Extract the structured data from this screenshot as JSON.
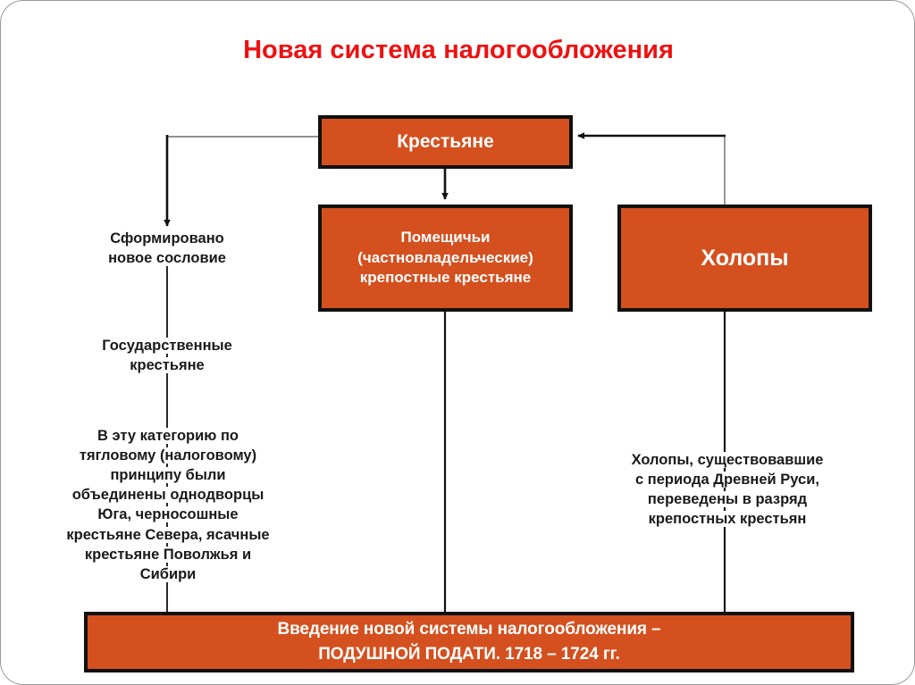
{
  "slide": {
    "title": {
      "part1": "Новая ",
      "part2": "система ",
      "part3": "налогообложения"
    },
    "title_color": "#ee1111",
    "box_fill": "#d4501f",
    "box_border": "#111111",
    "text_color": "#1a1a1a"
  },
  "boxes": {
    "peasants": "Крестьяне",
    "landlord": {
      "line1": "Помещичьи",
      "line2": "(частновладельческие)",
      "line3": "крепостные крестьяне"
    },
    "kholopy": "Холопы",
    "bottom": {
      "line1": "Введение новой системы налогообложения –",
      "line2": "ПОДУШНОЙ ПОДАТИ. 1718 – 1724 гг."
    }
  },
  "notes": {
    "new_estate": {
      "line1": "Сформировано",
      "line2": "новое сословие"
    },
    "state_peasants": {
      "line1": "Государственные",
      "line2": "крестьяне"
    },
    "category": {
      "line1": "В эту категорию по",
      "line2": "тягловому (налоговому)",
      "line3": "принципу были",
      "line4": "объединены однодворцы",
      "line5": "Юга, черносошные",
      "line6": "крестьяне Севера, ясачные",
      "line7": "крестьяне Поволжья и",
      "line8": "Сибири"
    },
    "kholopy_note": {
      "line1": "Холопы, существовавшие",
      "line2": "с периода Древней Руси,",
      "line3": "переведены в разряд",
      "line4": "крепостных крестьян"
    }
  },
  "connectors": {
    "peasants_to_left_branch": "arrow-left-then-down",
    "peasants_to_landlord": "arrow-down",
    "kholopy_to_peasants": "arrow-up-then-left",
    "left_branch_to_bottom": "line-down",
    "landlord_to_bottom": "line-down",
    "kholopy_to_bottom": "line-down"
  }
}
